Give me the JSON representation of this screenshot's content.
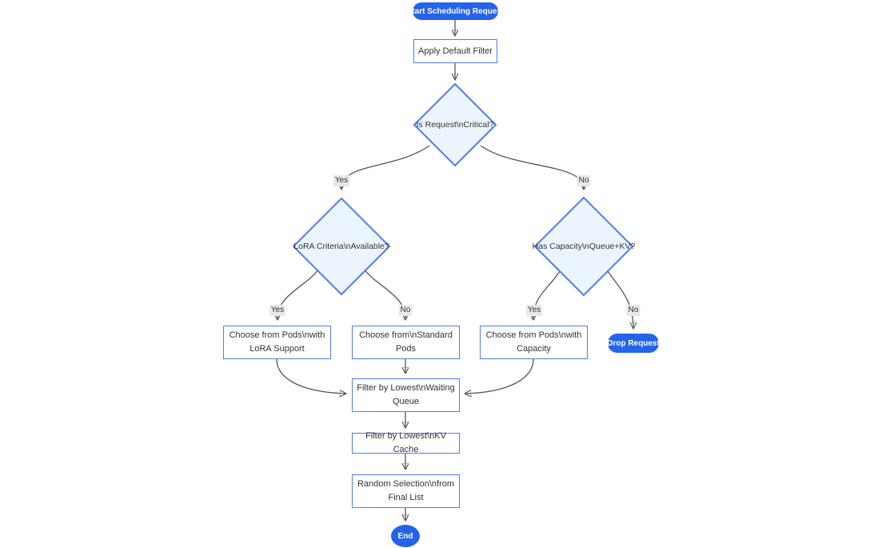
{
  "diagram": {
    "type": "flowchart",
    "direction": "top-down",
    "nodes": {
      "start": {
        "label": "Start Scheduling Request",
        "shape": "stadium"
      },
      "apply_default_filter": {
        "label": "Apply Default Filter",
        "shape": "rect"
      },
      "is_critical": {
        "label": "Is Request\\nCritical?",
        "shape": "diamond"
      },
      "lora_available": {
        "label": "LoRA Criteria\\nAvailable?",
        "shape": "diamond"
      },
      "has_capacity": {
        "label": "Has Capacity\\nQueue+KV?",
        "shape": "diamond"
      },
      "choose_lora_pods": {
        "label": "Choose from Pods\\nwith LoRA Support",
        "shape": "rect",
        "lines": [
          "Choose from Pods\\nwith",
          "LoRA Support"
        ]
      },
      "choose_standard_pods": {
        "label": "Choose from\\nStandard Pods",
        "shape": "rect",
        "lines": [
          "Choose from\\nStandard",
          "Pods"
        ]
      },
      "choose_capacity_pods": {
        "label": "Choose from Pods\\nwith Capacity",
        "shape": "rect",
        "lines": [
          "Choose from Pods\\nwith",
          "Capacity"
        ]
      },
      "drop_request": {
        "label": "Drop Request",
        "shape": "stadium"
      },
      "filter_waiting_queue": {
        "label": "Filter by Lowest\\nWaiting Queue",
        "shape": "rect",
        "lines": [
          "Filter by Lowest\\nWaiting",
          "Queue"
        ]
      },
      "filter_kv_cache": {
        "label": "Filter by Lowest\\nKV Cache",
        "shape": "rect"
      },
      "random_selection": {
        "label": "Random Selection\\nfrom Final List",
        "shape": "rect",
        "lines": [
          "Random Selection\\nfrom",
          "Final List"
        ]
      },
      "end": {
        "label": "End",
        "shape": "circle"
      }
    },
    "edges": [
      {
        "from": "start",
        "to": "apply_default_filter",
        "label": ""
      },
      {
        "from": "apply_default_filter",
        "to": "is_critical",
        "label": ""
      },
      {
        "from": "is_critical",
        "to": "lora_available",
        "label": "Yes"
      },
      {
        "from": "is_critical",
        "to": "has_capacity",
        "label": "No"
      },
      {
        "from": "lora_available",
        "to": "choose_lora_pods",
        "label": "Yes"
      },
      {
        "from": "lora_available",
        "to": "choose_standard_pods",
        "label": "No"
      },
      {
        "from": "has_capacity",
        "to": "choose_capacity_pods",
        "label": "Yes"
      },
      {
        "from": "has_capacity",
        "to": "drop_request",
        "label": "No"
      },
      {
        "from": "choose_lora_pods",
        "to": "filter_waiting_queue",
        "label": ""
      },
      {
        "from": "choose_standard_pods",
        "to": "filter_waiting_queue",
        "label": ""
      },
      {
        "from": "choose_capacity_pods",
        "to": "filter_waiting_queue",
        "label": ""
      },
      {
        "from": "filter_waiting_queue",
        "to": "filter_kv_cache",
        "label": ""
      },
      {
        "from": "filter_kv_cache",
        "to": "random_selection",
        "label": ""
      },
      {
        "from": "random_selection",
        "to": "end",
        "label": ""
      }
    ],
    "colors": {
      "accent_fill": "#2563eb",
      "accent_text": "#ffffff",
      "node_fill": "#ffffff",
      "node_border": "#4d7de8",
      "decision_fill": "#ecf5ff",
      "edge_stroke": "#555555",
      "arrowhead": "#333333",
      "text": "#333333",
      "edge_label_bg": "#e8e8e8",
      "background": "#ffffff"
    }
  }
}
